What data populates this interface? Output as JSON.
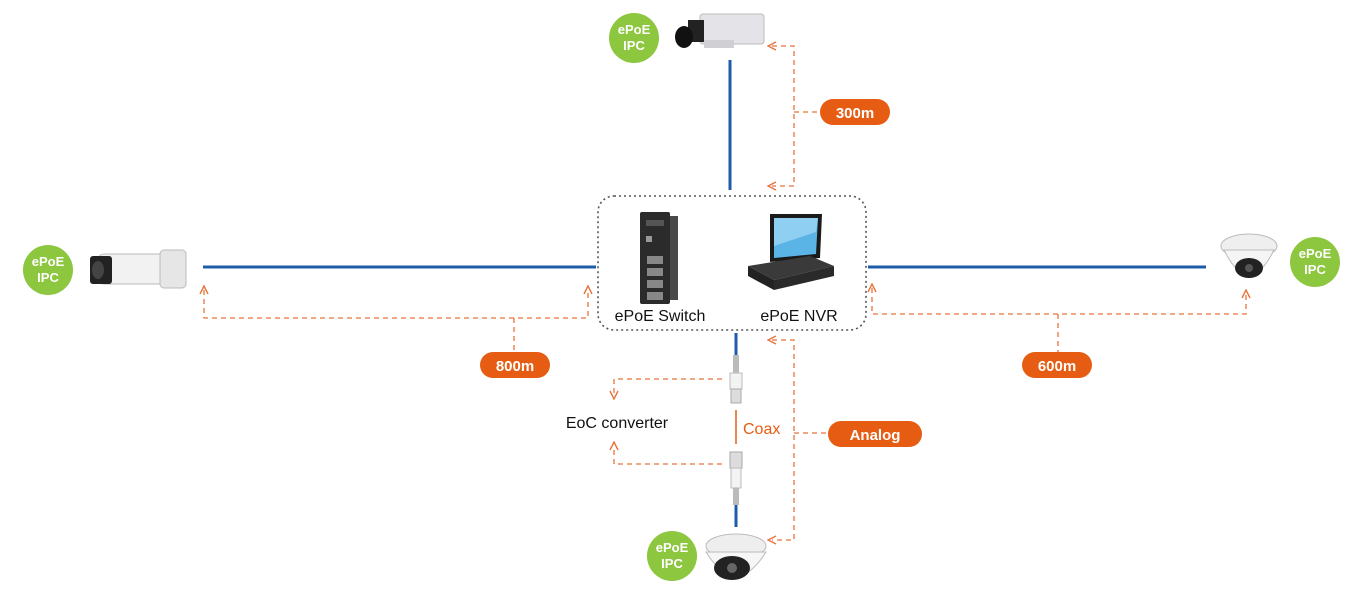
{
  "colors": {
    "link_line": "#1f5ca8",
    "dashed": "#e8743b",
    "pill_fill": "#e55c12",
    "badge_fill": "#8dc63f",
    "hub_border": "#555555",
    "text": "#111111",
    "coax_text": "#e55c12"
  },
  "hub": {
    "switch_label": "ePoE Switch",
    "nvr_label": "ePoE NVR",
    "switch_icon": "network-switch-icon",
    "nvr_icon": "nvr-monitor-icon"
  },
  "cameras": {
    "top": {
      "badge_line1": "ePoE",
      "badge_line2": "IPC",
      "icon": "box-camera-icon"
    },
    "left": {
      "badge_line1": "ePoE",
      "badge_line2": "IPC",
      "icon": "bullet-camera-icon"
    },
    "right": {
      "badge_line1": "ePoE",
      "badge_line2": "IPC",
      "icon": "dome-camera-icon"
    },
    "bottom": {
      "badge_line1": "ePoE",
      "badge_line2": "IPC",
      "icon": "eyeball-camera-icon"
    }
  },
  "distances": {
    "top": "300m",
    "left": "800m",
    "right": "600m",
    "bottom": "Analog"
  },
  "eoc_label": "EoC converter",
  "coax_label": "Coax"
}
